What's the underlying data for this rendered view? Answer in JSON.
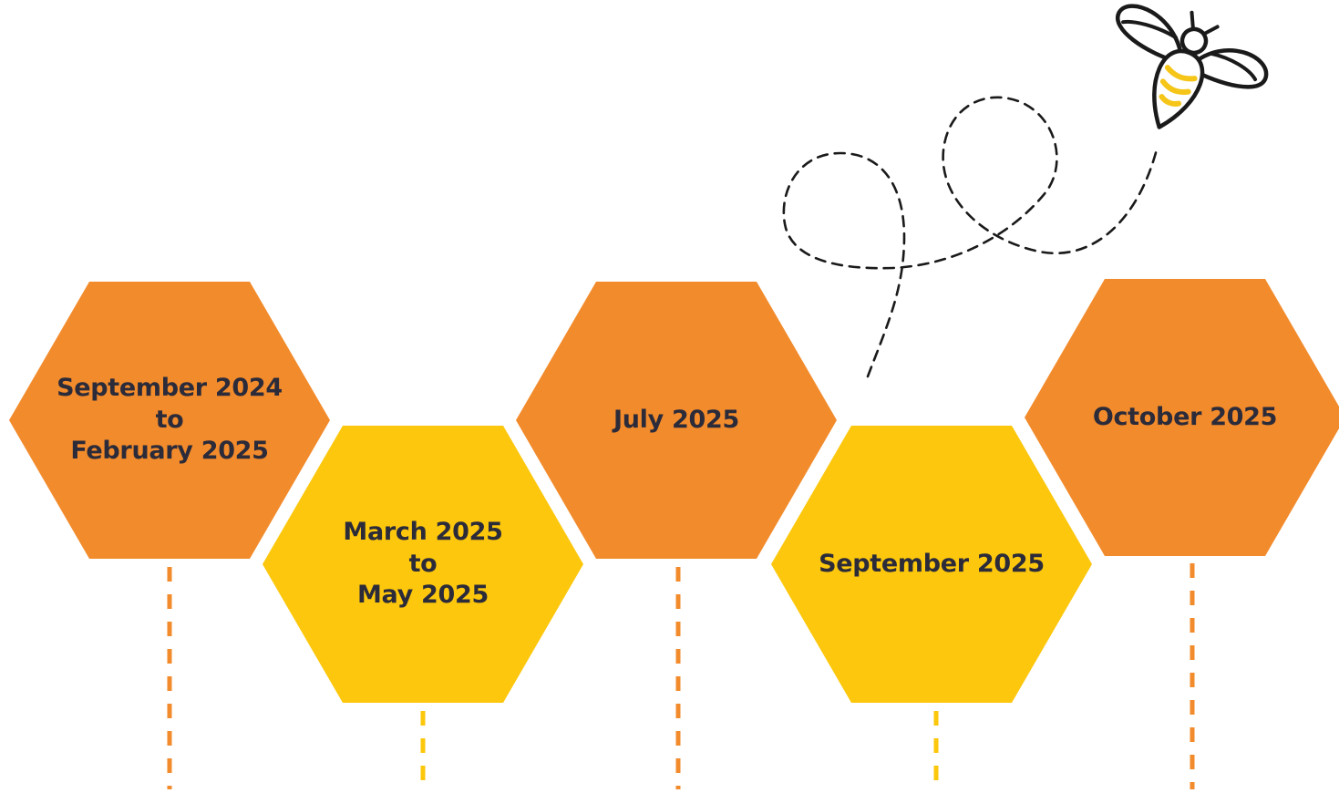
{
  "colors": {
    "orange": "#f28b2c",
    "yellow": "#fcc70c",
    "text": "#2b2b3a",
    "bee_outline": "#1a1a1a",
    "bee_stripe": "#f5c518"
  },
  "milestones": [
    {
      "label": "September 2024\nto\nFebruary 2025",
      "color": "orange"
    },
    {
      "label": "March 2025\nto\nMay 2025",
      "color": "yellow"
    },
    {
      "label": "July 2025",
      "color": "orange"
    },
    {
      "label": "September 2025",
      "color": "yellow"
    },
    {
      "label": "October 2025",
      "color": "orange"
    }
  ],
  "decoration": {
    "icon": "bee-icon",
    "flight_path": "dashed-loop-trail"
  }
}
